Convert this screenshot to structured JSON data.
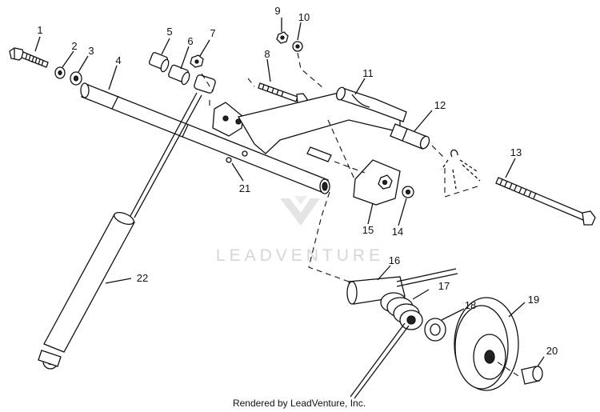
{
  "labels": [
    "1",
    "2",
    "3",
    "4",
    "5",
    "6",
    "7",
    "8",
    "9",
    "10",
    "11",
    "12",
    "13",
    "14",
    "15",
    "16",
    "17",
    "18",
    "19",
    "20",
    "21",
    "22"
  ],
  "watermark": "LEADVENTURE",
  "footer": "Rendered by LeadVenture, Inc.",
  "colors": {
    "line": "#111111",
    "watermark": "#d6d6d6",
    "background": "#ffffff"
  }
}
